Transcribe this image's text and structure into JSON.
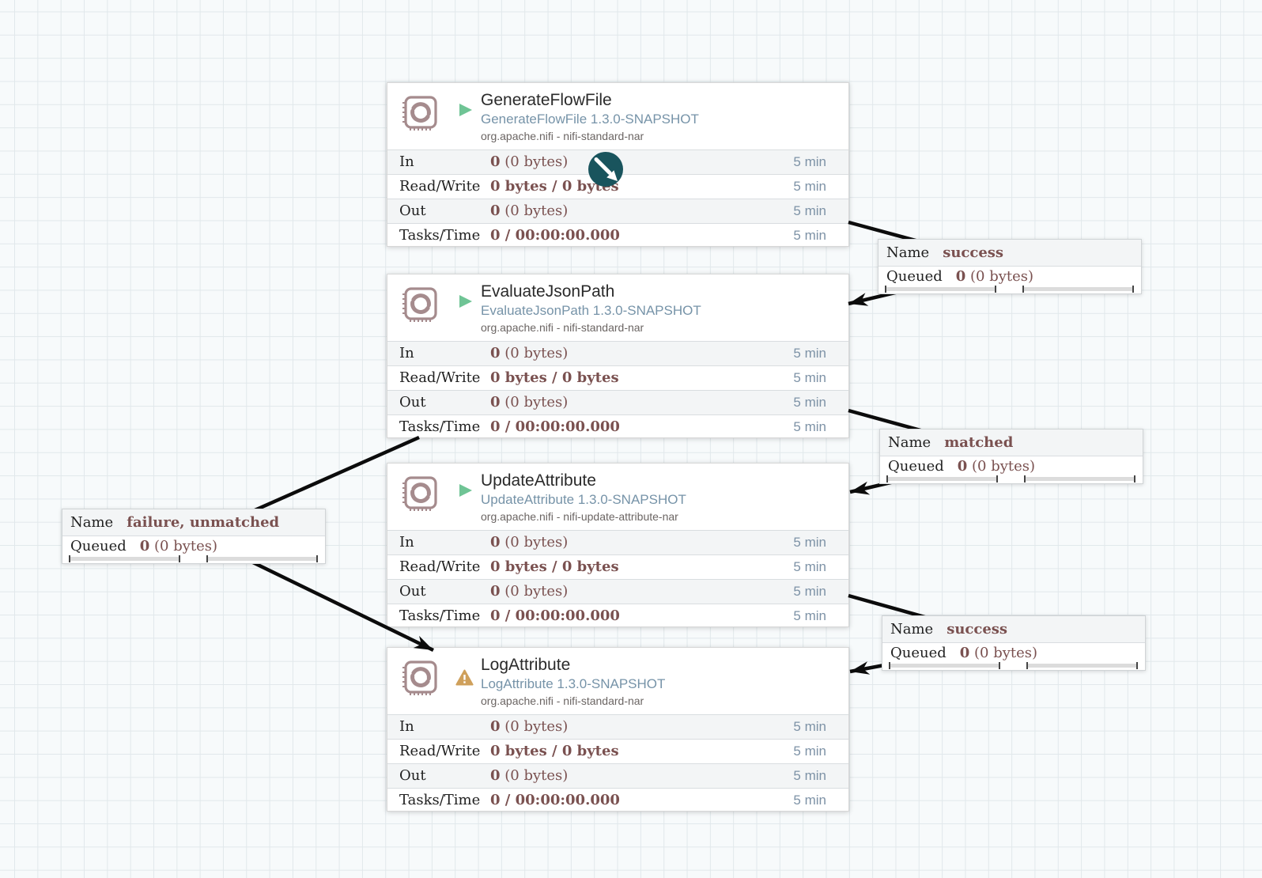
{
  "processors": [
    {
      "name": "GenerateFlowFile",
      "type": "GenerateFlowFile 1.3.0-SNAPSHOT",
      "bundle": "org.apache.nifi - nifi-standard-nar",
      "state": "running",
      "stats": [
        {
          "label": "In",
          "bold": "0",
          "rest": " (0 bytes)",
          "window": "5 min"
        },
        {
          "label": "Read/Write",
          "bold": "0 bytes / 0 bytes",
          "rest": "",
          "window": "5 min"
        },
        {
          "label": "Out",
          "bold": "0",
          "rest": " (0 bytes)",
          "window": "5 min"
        },
        {
          "label": "Tasks/Time",
          "bold": "0 / 00:00:00.000",
          "rest": "",
          "window": "5 min"
        }
      ]
    },
    {
      "name": "EvaluateJsonPath",
      "type": "EvaluateJsonPath 1.3.0-SNAPSHOT",
      "bundle": "org.apache.nifi - nifi-standard-nar",
      "state": "running",
      "stats": [
        {
          "label": "In",
          "bold": "0",
          "rest": " (0 bytes)",
          "window": "5 min"
        },
        {
          "label": "Read/Write",
          "bold": "0 bytes / 0 bytes",
          "rest": "",
          "window": "5 min"
        },
        {
          "label": "Out",
          "bold": "0",
          "rest": " (0 bytes)",
          "window": "5 min"
        },
        {
          "label": "Tasks/Time",
          "bold": "0 / 00:00:00.000",
          "rest": "",
          "window": "5 min"
        }
      ]
    },
    {
      "name": "UpdateAttribute",
      "type": "UpdateAttribute 1.3.0-SNAPSHOT",
      "bundle": "org.apache.nifi - nifi-update-attribute-nar",
      "state": "running",
      "stats": [
        {
          "label": "In",
          "bold": "0",
          "rest": " (0 bytes)",
          "window": "5 min"
        },
        {
          "label": "Read/Write",
          "bold": "0 bytes / 0 bytes",
          "rest": "",
          "window": "5 min"
        },
        {
          "label": "Out",
          "bold": "0",
          "rest": " (0 bytes)",
          "window": "5 min"
        },
        {
          "label": "Tasks/Time",
          "bold": "0 / 00:00:00.000",
          "rest": "",
          "window": "5 min"
        }
      ]
    },
    {
      "name": "LogAttribute",
      "type": "LogAttribute 1.3.0-SNAPSHOT",
      "bundle": "org.apache.nifi - nifi-standard-nar",
      "state": "warning",
      "stats": [
        {
          "label": "In",
          "bold": "0",
          "rest": " (0 bytes)",
          "window": "5 min"
        },
        {
          "label": "Read/Write",
          "bold": "0 bytes / 0 bytes",
          "rest": "",
          "window": "5 min"
        },
        {
          "label": "Out",
          "bold": "0",
          "rest": " (0 bytes)",
          "window": "5 min"
        },
        {
          "label": "Tasks/Time",
          "bold": "0 / 00:00:00.000",
          "rest": "",
          "window": "5 min"
        }
      ]
    }
  ],
  "connections": [
    {
      "name_label": "Name",
      "name_value": "success",
      "queued_label": "Queued",
      "queued_bold": "0",
      "queued_rest": " (0 bytes)"
    },
    {
      "name_label": "Name",
      "name_value": "matched",
      "queued_label": "Queued",
      "queued_bold": "0",
      "queued_rest": " (0 bytes)"
    },
    {
      "name_label": "Name",
      "name_value": "failure, unmatched",
      "queued_label": "Queued",
      "queued_bold": "0",
      "queued_rest": " (0 bytes)"
    },
    {
      "name_label": "Name",
      "name_value": "success",
      "queued_label": "Queued",
      "queued_bold": "0",
      "queued_rest": " (0 bytes)"
    }
  ],
  "colors": {
    "processor_icon": "#a58b8d",
    "run_play": "#6fc495",
    "warning": "#cfa05b",
    "connect_icon_bg": "#19545d",
    "stat_value": "#7a5150",
    "time_window": "#7d92a6",
    "type_text": "#7693a8",
    "connection_line": "#0c0c0c"
  }
}
